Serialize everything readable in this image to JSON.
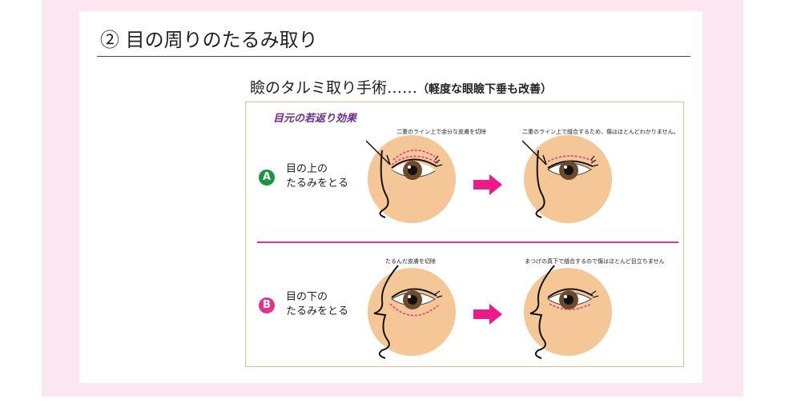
{
  "header": {
    "title": "② 目の周りのたるみ取り"
  },
  "subtitle": {
    "main": "瞼のタルミ取り手術……",
    "note": "（軽度な眼瞼下垂も改善）"
  },
  "figure": {
    "heading": "目元の若返り効果",
    "rows": [
      {
        "badge": "A",
        "label_line1": "目の上の",
        "label_line2": "たるみをとる",
        "before_caption": "二重のライン上で余分な皮膚を切除",
        "after_caption": "二重のライン上で縫合するため、傷はほとんどわかりません。"
      },
      {
        "badge": "B",
        "label_line1": "目の下の",
        "label_line2": "たるみをとる",
        "before_caption": "たるんだ皮膚を切除",
        "after_caption": "まつげの真下で縫合するので傷はほとんど目立ちません"
      }
    ]
  },
  "colors": {
    "pink_background": "#fce6f1",
    "badge_a": "#1c9440",
    "badge_b": "#e0338b",
    "arrow": "#ec1a8a",
    "skin": "#f6c796",
    "incision_line": "#e0338b",
    "heading": "#6b2b8f",
    "figure_border": "#f3b98d"
  },
  "icons": {
    "arrow": "right-arrow-icon"
  }
}
